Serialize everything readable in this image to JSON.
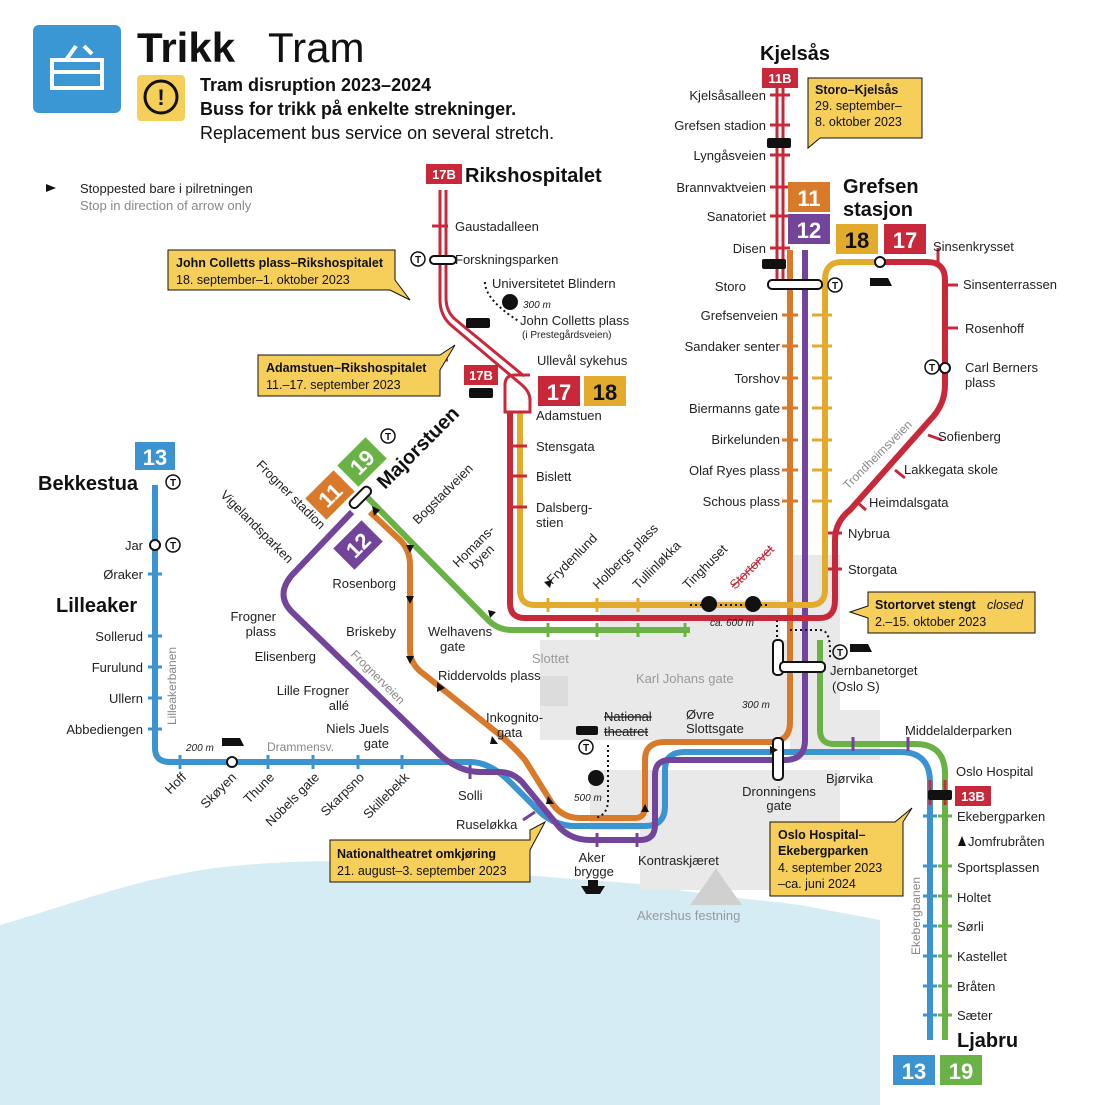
{
  "header": {
    "title_bold": "Trikk",
    "title_light": "Tram",
    "notice_line1": "Tram disruption 2023–2024",
    "notice_line2": "Buss for trikk på enkelte strekninger.",
    "notice_line3": "Replacement bus service on several stretch."
  },
  "legend": {
    "arrow_no": "Stoppested bare i pilretningen",
    "arrow_en": "Stop in direction of arrow only"
  },
  "colors": {
    "line11": "#d97a2b",
    "line12": "#72449a",
    "line13": "#3b93cf",
    "line17": "#c8283a",
    "line18": "#e2ab2c",
    "line19": "#6ab246",
    "callout": "#f6cf5a",
    "water": "#d6ecf5",
    "park": "#e8e8e8",
    "tram_icon_bg": "#3a97d4"
  },
  "line_badges": {
    "l11": "11",
    "l12": "12",
    "l13": "13",
    "l17": "17",
    "l18": "18",
    "l19": "19",
    "l11b": "11B",
    "l17b": "17B",
    "l13b": "13B"
  },
  "terminals": {
    "kjelsas": "Kjelsås",
    "rikshospitalet": "Rikshospitalet",
    "grefsen1": "Grefsen",
    "grefsen2": "stasjon",
    "bekkestua": "Bekkestua",
    "lilleaker": "Lilleaker",
    "majorstuen": "Majorstuen",
    "ljabru": "Ljabru"
  },
  "stations": {
    "kjelsasalleen": "Kjelsåsalleen",
    "grefsen_stadion": "Grefsen stadion",
    "lyngasveien": "Lyngåsveien",
    "brannvaktveien": "Brannvaktveien",
    "sanatoriet": "Sanatoriet",
    "disen": "Disen",
    "storo": "Storo",
    "grefsenveien": "Grefsenveien",
    "sandaker": "Sandaker senter",
    "torshov": "Torshov",
    "biermanns": "Biermanns gate",
    "birkelunden": "Birkelunden",
    "olaf_ryes": "Olaf Ryes plass",
    "schous": "Schous plass",
    "sinsenkrysset": "Sinsenkrysset",
    "sinsenterrassen": "Sinsenterrassen",
    "rosenhoff": "Rosenhoff",
    "carl_berners1": "Carl Berners",
    "carl_berners2": "plass",
    "sofienberg": "Sofienberg",
    "lakkegata": "Lakkegata skole",
    "heimdalsgata": "Heimdalsgata",
    "nybrua": "Nybrua",
    "storgata": "Storgata",
    "gaustadalleen": "Gaustadalleen",
    "forskningsparken": "Forskningsparken",
    "universitetet": "Universitetet Blindern",
    "john_colletts": "John Colletts plass",
    "john_colletts_sub": "(i Prestegårdsveien)",
    "ulleval": "Ullevål sykehus",
    "adamstuen": "Adamstuen",
    "stensgata": "Stensgata",
    "bislett": "Bislett",
    "dalsberg1": "Dalsberg-",
    "dalsberg2": "stien",
    "frydenlund": "Frydenlund",
    "holbergs": "Holbergs plass",
    "tullinlokka": "Tullinløkka",
    "tinghuset": "Tinghuset",
    "stortorvet": "Stortorvet",
    "jar": "Jar",
    "oraker": "Øraker",
    "sollerud": "Sollerud",
    "furulund": "Furulund",
    "ullern": "Ullern",
    "abbediengen": "Abbediengen",
    "hoff": "Hoff",
    "skoyen": "Skøyen",
    "thune": "Thune",
    "nobels": "Nobels gate",
    "skarpsno": "Skarpsno",
    "skillebekk": "Skillebekk",
    "solli": "Solli",
    "ruselokka": "Ruseløkka",
    "aker1": "Aker",
    "aker2": "brygge",
    "kontraskjaeret": "Kontraskjæret",
    "frogner_stadion": "Frogner stadion",
    "vigelandsparken": "Vigelandsparken",
    "frogner_plass1": "Frogner",
    "frogner_plass2": "plass",
    "elisenberg": "Elisenberg",
    "lille_frogner1": "Lille Frogner",
    "lille_frogner2": "allé",
    "niels_juels1": "Niels Juels",
    "niels_juels2": "gate",
    "rosenborg": "Rosenborg",
    "briskeby": "Briskeby",
    "riddervolds": "Riddervolds plass",
    "inkognito1": "Inkognito-",
    "inkognito2": "gata",
    "bogstadveien": "Bogstadveien",
    "homansbyen1": "Homans-",
    "homansbyen2": "byen",
    "welhavens1": "Welhavens",
    "welhavens2": "gate",
    "nationaltheatret1": "National",
    "nationaltheatret2": "theatret",
    "ovre1": "Øvre",
    "ovre2": "Slottsgate",
    "jernbanetorget": "Jernbanetorget",
    "oslo_s": "(Oslo S)",
    "dronningens1": "Dronningens",
    "dronningens2": "gate",
    "bjorvika": "Bjørvika",
    "middelalderparken": "Middelalderparken",
    "oslo_hospital": "Oslo Hospital",
    "ekebergparken": "Ekebergparken",
    "jomfrubraten": "Jomfrubråten",
    "sportsplassen": "Sportsplassen",
    "holtet": "Holtet",
    "sorli": "Sørli",
    "kastellet": "Kastellet",
    "braten": "Bråten",
    "saeter": "Sæter"
  },
  "areas": {
    "slottet": "Slottet",
    "karl_johans": "Karl Johans gate",
    "akershus": "Akershus festning",
    "drammensv": "Drammensv.",
    "frognerveien": "Frognerveien",
    "trondheimsveien": "Trondheimsveien",
    "lilleakerbanen": "Lilleakerbanen",
    "ekebergbanen": "Ekebergbanen"
  },
  "walk_labels": {
    "w300a": "300 m",
    "w600": "ca. 600 m",
    "w300b": "300 m",
    "w500": "500 m",
    "w200": "200 m"
  },
  "callouts": {
    "storo_t": "Storo–Kjelsås",
    "storo_d1": "29. september–",
    "storo_d2": "8. oktober 2023",
    "john_t": "John Colletts plass–Rikshospitalet",
    "john_d": "18. september–1. oktober 2023",
    "adam_t": "Adamstuen–Rikshospitalet",
    "adam_d": "11.–17. september 2023",
    "stortorvet_t": "Stortorvet stengt",
    "stortorvet_closed": "closed",
    "stortorvet_d": "2.–15. oktober 2023",
    "national_t": "Nationaltheatret omkjøring",
    "national_d": "21. august–3. september 2023",
    "oslohosp_t1": "Oslo Hospital–",
    "oslohosp_t2": "Ekebergparken",
    "oslohosp_d1": "4. september 2023",
    "oslohosp_d2": "–ca. juni 2024"
  },
  "icons": [
    "tram-icon",
    "warning-icon",
    "bus-icon",
    "train-icon",
    "metro-t-icon",
    "walk-icon",
    "ferry-icon"
  ]
}
